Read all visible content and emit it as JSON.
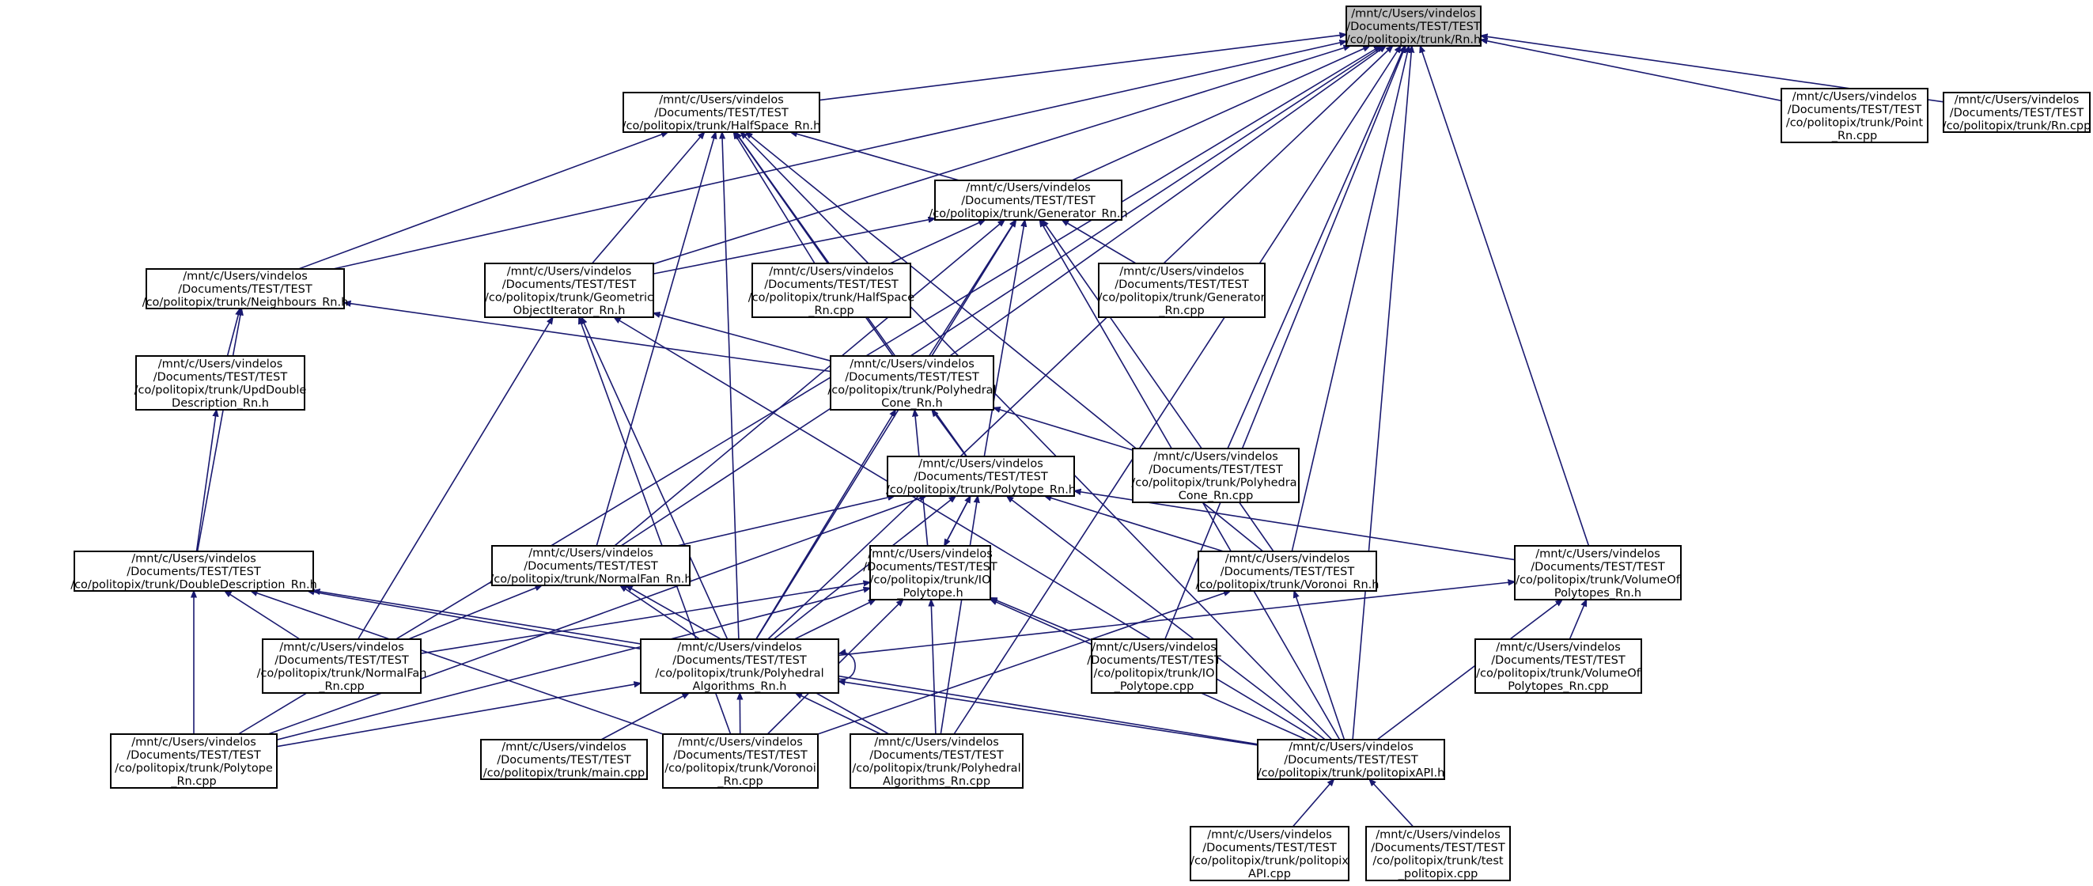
{
  "graph": {
    "edge_color": "#191970",
    "root_fill": "#bfbfbf",
    "nodes": {
      "rn_h": {
        "lines": [
          "/mnt/c/Users/vindelos",
          "/Documents/TEST/TEST",
          "/co/politopix/trunk/Rn.h"
        ]
      },
      "halfspace_h": {
        "lines": [
          "/mnt/c/Users/vindelos",
          "/Documents/TEST/TEST",
          "/co/politopix/trunk/HalfSpace_Rn.h"
        ]
      },
      "point_cpp": {
        "lines": [
          "/mnt/c/Users/vindelos",
          "/Documents/TEST/TEST",
          "/co/politopix/trunk/Point",
          "_Rn.cpp"
        ]
      },
      "rn_cpp": {
        "lines": [
          "/mnt/c/Users/vindelos",
          "/Documents/TEST/TEST",
          "/co/politopix/trunk/Rn.cpp"
        ]
      },
      "generator_h": {
        "lines": [
          "/mnt/c/Users/vindelos",
          "/Documents/TEST/TEST",
          "/co/politopix/trunk/Generator_Rn.h"
        ]
      },
      "neighbours_h": {
        "lines": [
          "/mnt/c/Users/vindelos",
          "/Documents/TEST/TEST",
          "/co/politopix/trunk/Neighbours_Rn.h"
        ]
      },
      "geomiter_h": {
        "lines": [
          "/mnt/c/Users/vindelos",
          "/Documents/TEST/TEST",
          "/co/politopix/trunk/Geometric",
          "ObjectIterator_Rn.h"
        ]
      },
      "halfspace_cpp": {
        "lines": [
          "/mnt/c/Users/vindelos",
          "/Documents/TEST/TEST",
          "/co/politopix/trunk/HalfSpace",
          "_Rn.cpp"
        ]
      },
      "generator_cpp": {
        "lines": [
          "/mnt/c/Users/vindelos",
          "/Documents/TEST/TEST",
          "/co/politopix/trunk/Generator",
          "_Rn.cpp"
        ]
      },
      "upddouble_h": {
        "lines": [
          "/mnt/c/Users/vindelos",
          "/Documents/TEST/TEST",
          "/co/politopix/trunk/UpdDouble",
          "Description_Rn.h"
        ]
      },
      "polycone_h": {
        "lines": [
          "/mnt/c/Users/vindelos",
          "/Documents/TEST/TEST",
          "/co/politopix/trunk/Polyhedral",
          "Cone_Rn.h"
        ]
      },
      "polycone_cpp": {
        "lines": [
          "/mnt/c/Users/vindelos",
          "/Documents/TEST/TEST",
          "/co/politopix/trunk/Polyhedral",
          "Cone_Rn.cpp"
        ]
      },
      "polytope_h": {
        "lines": [
          "/mnt/c/Users/vindelos",
          "/Documents/TEST/TEST",
          "/co/politopix/trunk/Polytope_Rn.h"
        ]
      },
      "doubledesc_h": {
        "lines": [
          "/mnt/c/Users/vindelos",
          "/Documents/TEST/TEST",
          "/co/politopix/trunk/DoubleDescription_Rn.h"
        ]
      },
      "normalfan_h": {
        "lines": [
          "/mnt/c/Users/vindelos",
          "/Documents/TEST/TEST",
          "/co/politopix/trunk/NormalFan_Rn.h"
        ]
      },
      "io_polytope_h": {
        "lines": [
          "/mnt/c/Users/vindelos",
          "/Documents/TEST/TEST",
          "/co/politopix/trunk/IO",
          "_Polytope.h"
        ]
      },
      "voronoi_h": {
        "lines": [
          "/mnt/c/Users/vindelos",
          "/Documents/TEST/TEST",
          "/co/politopix/trunk/Voronoi_Rn.h"
        ]
      },
      "volumeof_h": {
        "lines": [
          "/mnt/c/Users/vindelos",
          "/Documents/TEST/TEST",
          "/co/politopix/trunk/VolumeOf",
          "Polytopes_Rn.h"
        ]
      },
      "normalfan_cpp": {
        "lines": [
          "/mnt/c/Users/vindelos",
          "/Documents/TEST/TEST",
          "/co/politopix/trunk/NormalFan",
          "_Rn.cpp"
        ]
      },
      "polyalgo_h": {
        "lines": [
          "/mnt/c/Users/vindelos",
          "/Documents/TEST/TEST",
          "/co/politopix/trunk/Polyhedral",
          "Algorithms_Rn.h"
        ]
      },
      "io_polytope_cpp": {
        "lines": [
          "/mnt/c/Users/vindelos",
          "/Documents/TEST/TEST",
          "/co/politopix/trunk/IO",
          "_Polytope.cpp"
        ]
      },
      "volumeof_cpp": {
        "lines": [
          "/mnt/c/Users/vindelos",
          "/Documents/TEST/TEST",
          "/co/politopix/trunk/VolumeOf",
          "Polytopes_Rn.cpp"
        ]
      },
      "polytope_cpp": {
        "lines": [
          "/mnt/c/Users/vindelos",
          "/Documents/TEST/TEST",
          "/co/politopix/trunk/Polytope",
          "_Rn.cpp"
        ]
      },
      "main_cpp": {
        "lines": [
          "/mnt/c/Users/vindelos",
          "/Documents/TEST/TEST",
          "/co/politopix/trunk/main.cpp"
        ]
      },
      "voronoi_cpp": {
        "lines": [
          "/mnt/c/Users/vindelos",
          "/Documents/TEST/TEST",
          "/co/politopix/trunk/Voronoi",
          "_Rn.cpp"
        ]
      },
      "polyalgo_cpp": {
        "lines": [
          "/mnt/c/Users/vindelos",
          "/Documents/TEST/TEST",
          "/co/politopix/trunk/Polyhedral",
          "Algorithms_Rn.cpp"
        ]
      },
      "politopixapi_h": {
        "lines": [
          "/mnt/c/Users/vindelos",
          "/Documents/TEST/TEST",
          "/co/politopix/trunk/politopixAPI.h"
        ]
      },
      "politopixapi_cpp": {
        "lines": [
          "/mnt/c/Users/vindelos",
          "/Documents/TEST/TEST",
          "/co/politopix/trunk/politopix",
          "API.cpp"
        ]
      },
      "test_politopix_cpp": {
        "lines": [
          "/mnt/c/Users/vindelos",
          "/Documents/TEST/TEST",
          "/co/politopix/trunk/test",
          "_politopix.cpp"
        ]
      }
    },
    "edges": [
      [
        "halfspace_h",
        "rn_h"
      ],
      [
        "point_cpp",
        "rn_h"
      ],
      [
        "rn_cpp",
        "rn_h"
      ],
      [
        "generator_h",
        "rn_h"
      ],
      [
        "neighbours_h",
        "rn_h"
      ],
      [
        "geomiter_h",
        "rn_h"
      ],
      [
        "polycone_h",
        "rn_h"
      ],
      [
        "polycone_cpp",
        "rn_h"
      ],
      [
        "normalfan_h",
        "rn_h"
      ],
      [
        "voronoi_h",
        "rn_h"
      ],
      [
        "volumeof_h",
        "rn_h"
      ],
      [
        "polyalgo_h",
        "rn_h"
      ],
      [
        "io_polytope_cpp",
        "rn_h"
      ],
      [
        "polytope_cpp",
        "rn_h"
      ],
      [
        "polyalgo_cpp",
        "rn_h"
      ],
      [
        "politopixapi_h",
        "rn_h"
      ],
      [
        "generator_h",
        "halfspace_h"
      ],
      [
        "neighbours_h",
        "halfspace_h"
      ],
      [
        "geomiter_h",
        "halfspace_h"
      ],
      [
        "halfspace_cpp",
        "halfspace_h"
      ],
      [
        "polycone_h",
        "halfspace_h"
      ],
      [
        "polytope_h",
        "halfspace_h"
      ],
      [
        "normalfan_h",
        "halfspace_h"
      ],
      [
        "voronoi_h",
        "halfspace_h"
      ],
      [
        "polyalgo_h",
        "halfspace_h"
      ],
      [
        "politopixapi_h",
        "halfspace_h"
      ],
      [
        "geomiter_h",
        "generator_h"
      ],
      [
        "halfspace_cpp",
        "generator_h"
      ],
      [
        "generator_cpp",
        "generator_h"
      ],
      [
        "polycone_h",
        "generator_h"
      ],
      [
        "polytope_h",
        "generator_h"
      ],
      [
        "normalfan_h",
        "generator_h"
      ],
      [
        "voronoi_h",
        "generator_h"
      ],
      [
        "polyalgo_h",
        "generator_h"
      ],
      [
        "politopixapi_h",
        "generator_h"
      ],
      [
        "upddouble_h",
        "neighbours_h"
      ],
      [
        "doubledesc_h",
        "neighbours_h"
      ],
      [
        "polycone_h",
        "neighbours_h"
      ],
      [
        "polycone_h",
        "geomiter_h"
      ],
      [
        "normalfan_cpp",
        "geomiter_h"
      ],
      [
        "polyalgo_h",
        "geomiter_h"
      ],
      [
        "voronoi_cpp",
        "geomiter_h"
      ],
      [
        "politopixapi_h",
        "geomiter_h"
      ],
      [
        "doubledesc_h",
        "upddouble_h"
      ],
      [
        "polytope_h",
        "polycone_h"
      ],
      [
        "polycone_cpp",
        "polycone_h"
      ],
      [
        "io_polytope_h",
        "polycone_h"
      ],
      [
        "polyalgo_h",
        "polycone_h"
      ],
      [
        "normalfan_h",
        "polytope_h"
      ],
      [
        "io_polytope_h",
        "polytope_h"
      ],
      [
        "voronoi_h",
        "polytope_h"
      ],
      [
        "volumeof_h",
        "polytope_h"
      ],
      [
        "polyalgo_h",
        "polytope_h"
      ],
      [
        "polytope_cpp",
        "polytope_h"
      ],
      [
        "polyalgo_cpp",
        "polytope_h"
      ],
      [
        "politopixapi_h",
        "polytope_h"
      ],
      [
        "polytope_h",
        "io_polytope_h"
      ],
      [
        "normalfan_cpp",
        "doubledesc_h"
      ],
      [
        "polyalgo_h",
        "doubledesc_h"
      ],
      [
        "polytope_cpp",
        "doubledesc_h"
      ],
      [
        "voronoi_cpp",
        "doubledesc_h"
      ],
      [
        "politopixapi_h",
        "doubledesc_h"
      ],
      [
        "normalfan_cpp",
        "normalfan_h"
      ],
      [
        "polyalgo_h",
        "normalfan_h"
      ],
      [
        "polyalgo_cpp",
        "normalfan_h"
      ],
      [
        "normalfan_cpp",
        "io_polytope_h"
      ],
      [
        "polyalgo_h",
        "io_polytope_h"
      ],
      [
        "io_polytope_cpp",
        "io_polytope_h"
      ],
      [
        "polytope_cpp",
        "io_polytope_h"
      ],
      [
        "voronoi_cpp",
        "io_polytope_h"
      ],
      [
        "polyalgo_cpp",
        "io_polytope_h"
      ],
      [
        "politopixapi_h",
        "io_polytope_h"
      ],
      [
        "voronoi_cpp",
        "voronoi_h"
      ],
      [
        "politopixapi_h",
        "voronoi_h"
      ],
      [
        "polyalgo_h",
        "volumeof_h"
      ],
      [
        "volumeof_cpp",
        "volumeof_h"
      ],
      [
        "politopixapi_h",
        "volumeof_h"
      ],
      [
        "polyalgo_h",
        "polyalgo_h"
      ],
      [
        "polytope_cpp",
        "polyalgo_h"
      ],
      [
        "main_cpp",
        "polyalgo_h"
      ],
      [
        "voronoi_cpp",
        "polyalgo_h"
      ],
      [
        "polyalgo_cpp",
        "polyalgo_h"
      ],
      [
        "politopixapi_h",
        "polyalgo_h"
      ],
      [
        "politopixapi_cpp",
        "politopixapi_h"
      ],
      [
        "test_politopix_cpp",
        "politopixapi_h"
      ]
    ]
  }
}
